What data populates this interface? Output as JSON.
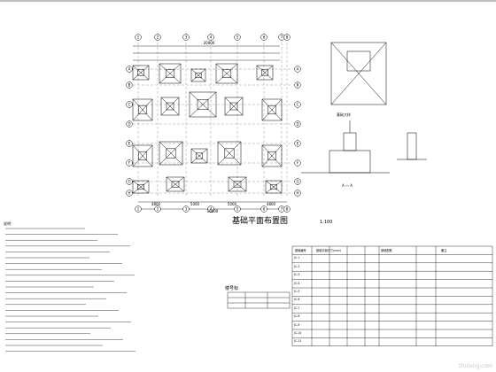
{
  "plan": {
    "title": "基础平面布置图",
    "scale": "1:100"
  },
  "axes": {
    "cols": [
      "1",
      "2",
      "3",
      "4",
      "5",
      "6",
      "7",
      "8"
    ],
    "rows": [
      "A",
      "B",
      "C",
      "D",
      "E",
      "F",
      "G",
      "H"
    ]
  },
  "dims": {
    "overall_top": "20000",
    "overall_bottom": "16800",
    "bottom_segments": [
      "4800",
      "5000",
      "5000",
      "4800"
    ]
  },
  "detail": {
    "section_label": "A — A",
    "caption": "基础大样"
  },
  "notes": {
    "title": "说明："
  },
  "legend": {
    "title": "楼号标"
  },
  "table": {
    "header": [
      "基础编号",
      "基础平面尺寸(mm)",
      "基础配筋",
      "备注"
    ],
    "rows": [
      "JC-1",
      "JC-2",
      "JC-3",
      "JC-4",
      "JC-5",
      "JC-6",
      "JC-7",
      "JC-8",
      "JC-9",
      "JC-10",
      "JC-11"
    ],
    "remark": ""
  },
  "watermark": "zhulong.com"
}
